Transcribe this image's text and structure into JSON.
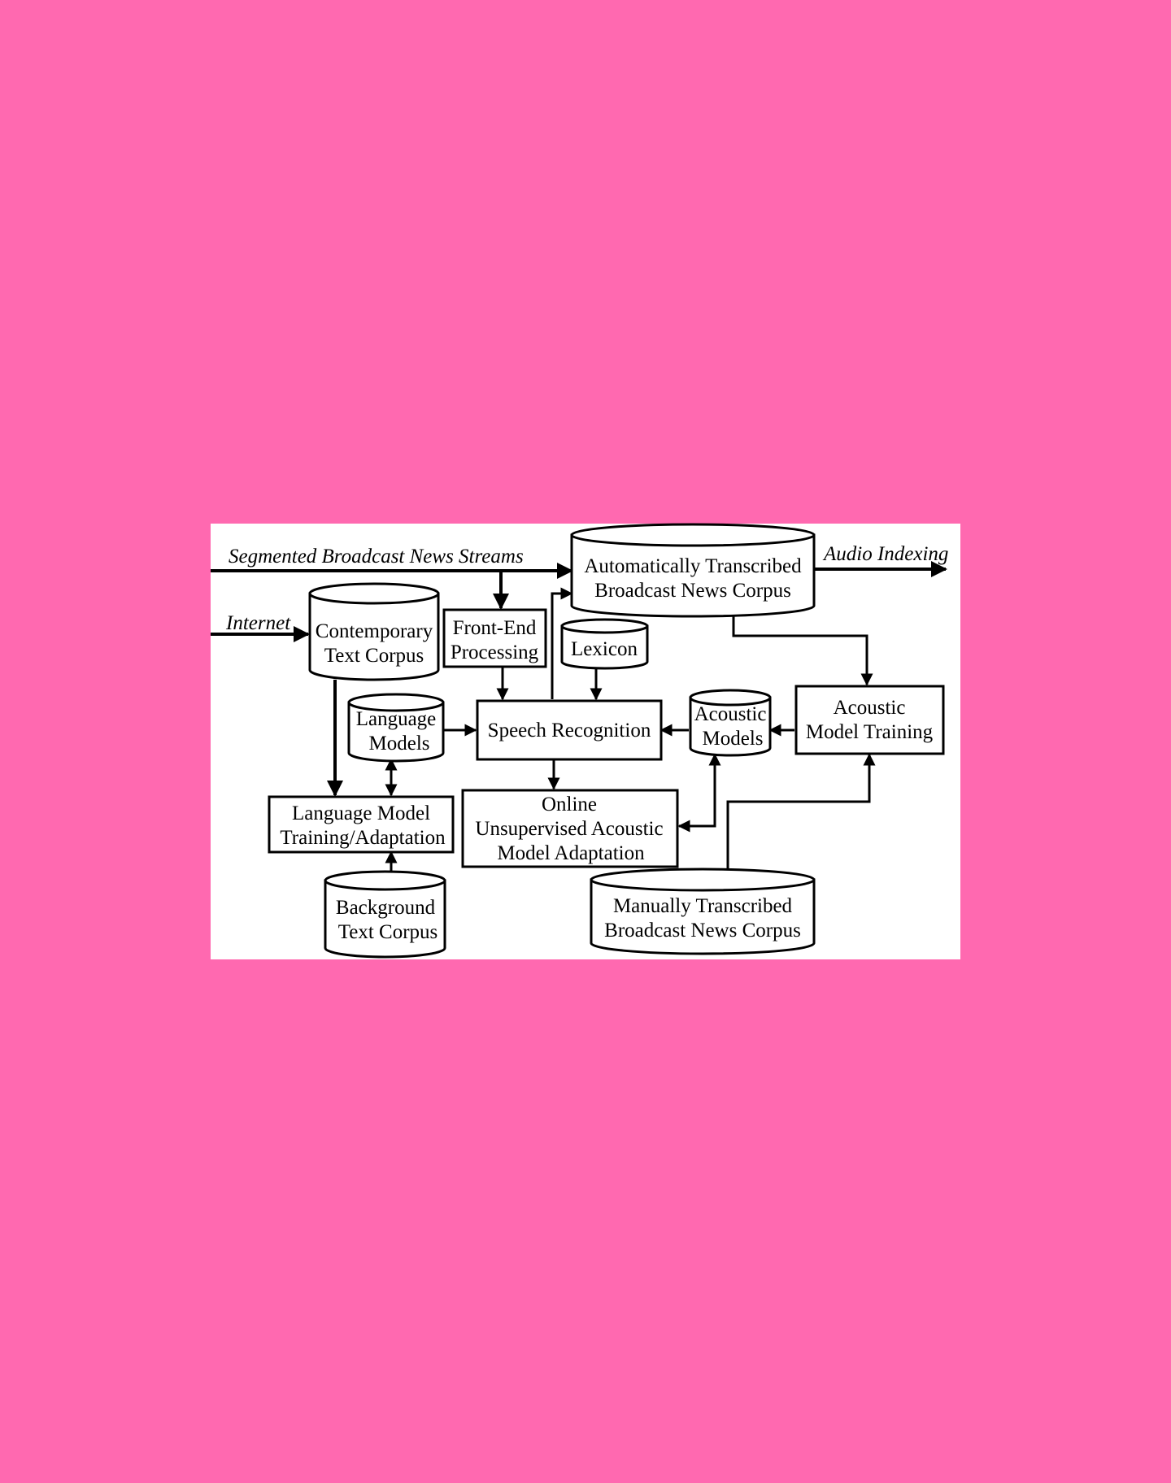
{
  "diagram": {
    "inputs": {
      "segmented_streams": "Segmented Broadcast News Streams",
      "internet": "Internet"
    },
    "output": {
      "audio_indexing": "Audio Indexing"
    },
    "nodes": {
      "auto_corpus": [
        "Automatically Transcribed",
        "Broadcast News Corpus"
      ],
      "contemporary_corpus": [
        "Contemporary",
        "Text Corpus"
      ],
      "front_end": [
        "Front-End",
        "Processing"
      ],
      "lexicon": [
        "Lexicon"
      ],
      "language_models": [
        "Language",
        "Models"
      ],
      "speech_recognition": [
        "Speech Recognition"
      ],
      "acoustic_models": [
        "Acoustic",
        "Models"
      ],
      "acoustic_training": [
        "Acoustic",
        "Model Training"
      ],
      "lm_training": [
        "Language Model",
        "Training/Adaptation"
      ],
      "online_adaptation": [
        "Online",
        "Unsupervised Acoustic",
        "Model Adaptation"
      ],
      "background_corpus": [
        "Background",
        "Text Corpus"
      ],
      "manual_corpus": [
        "Manually Transcribed",
        "Broadcast News Corpus"
      ]
    }
  }
}
